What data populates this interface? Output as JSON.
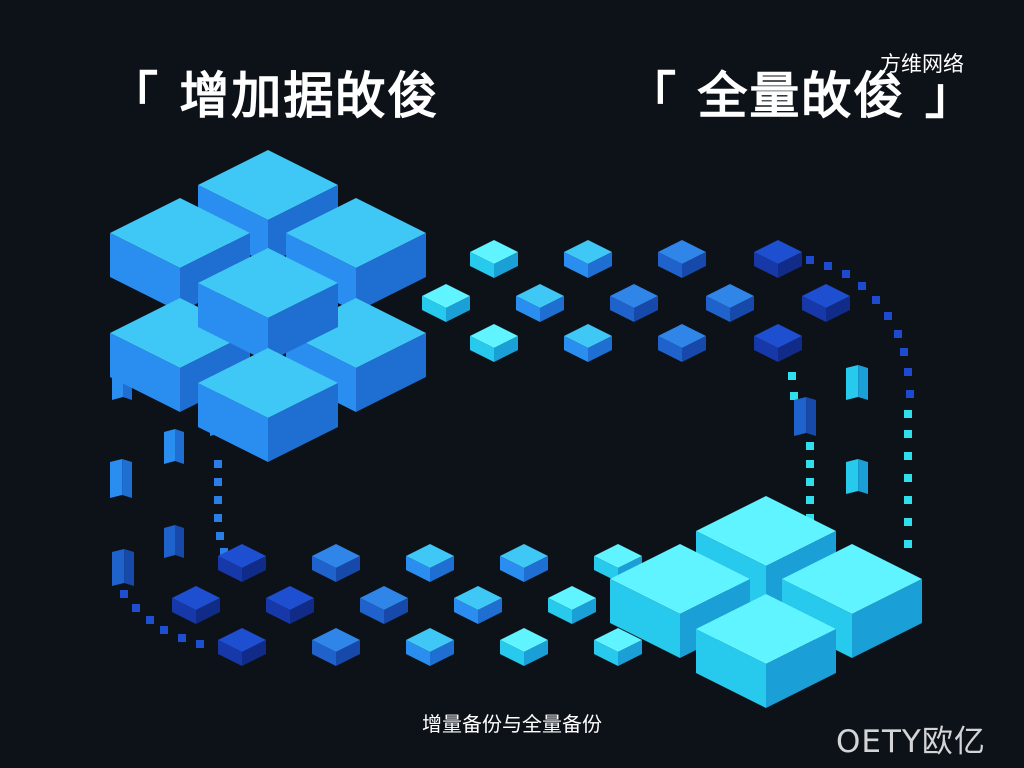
{
  "titles": {
    "incremental": "「 增加据敀俊",
    "full": "「 全量敀俊 」"
  },
  "watermarks": {
    "top": "方维网络",
    "bottom": "OETY欧亿"
  },
  "caption": "增量备份与全量备份",
  "colors": {
    "background": "#0d1118",
    "cube_cyan": "#2fe6f0",
    "cube_blue": "#2a8ef0",
    "cube_deep": "#1a3fc0"
  }
}
